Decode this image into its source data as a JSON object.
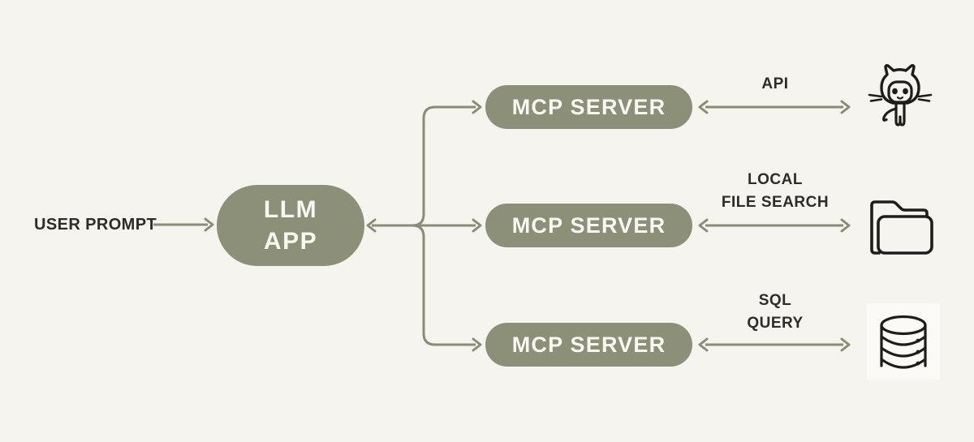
{
  "diagram": {
    "colors": {
      "background": "#F5F4EF",
      "node_fill": "#8D9079",
      "node_text": "#F8F7F1",
      "line_color": "#8A8D75",
      "label_text": "#2C2C28",
      "icon_stroke": "#1D1D1B"
    },
    "user_prompt": {
      "label": "USER PROMPT"
    },
    "llm_app": {
      "line1": "LLM",
      "line2": "APP"
    },
    "servers": [
      {
        "label": "MCP SERVER",
        "connection_line1": "API",
        "connection_line2": "",
        "icon": "github-octocat-icon"
      },
      {
        "label": "MCP SERVER",
        "connection_line1": "LOCAL",
        "connection_line2": "FILE SEARCH",
        "icon": "folder-icon"
      },
      {
        "label": "MCP SERVER",
        "connection_line1": "SQL",
        "connection_line2": "QUERY",
        "icon": "database-icon"
      }
    ]
  }
}
